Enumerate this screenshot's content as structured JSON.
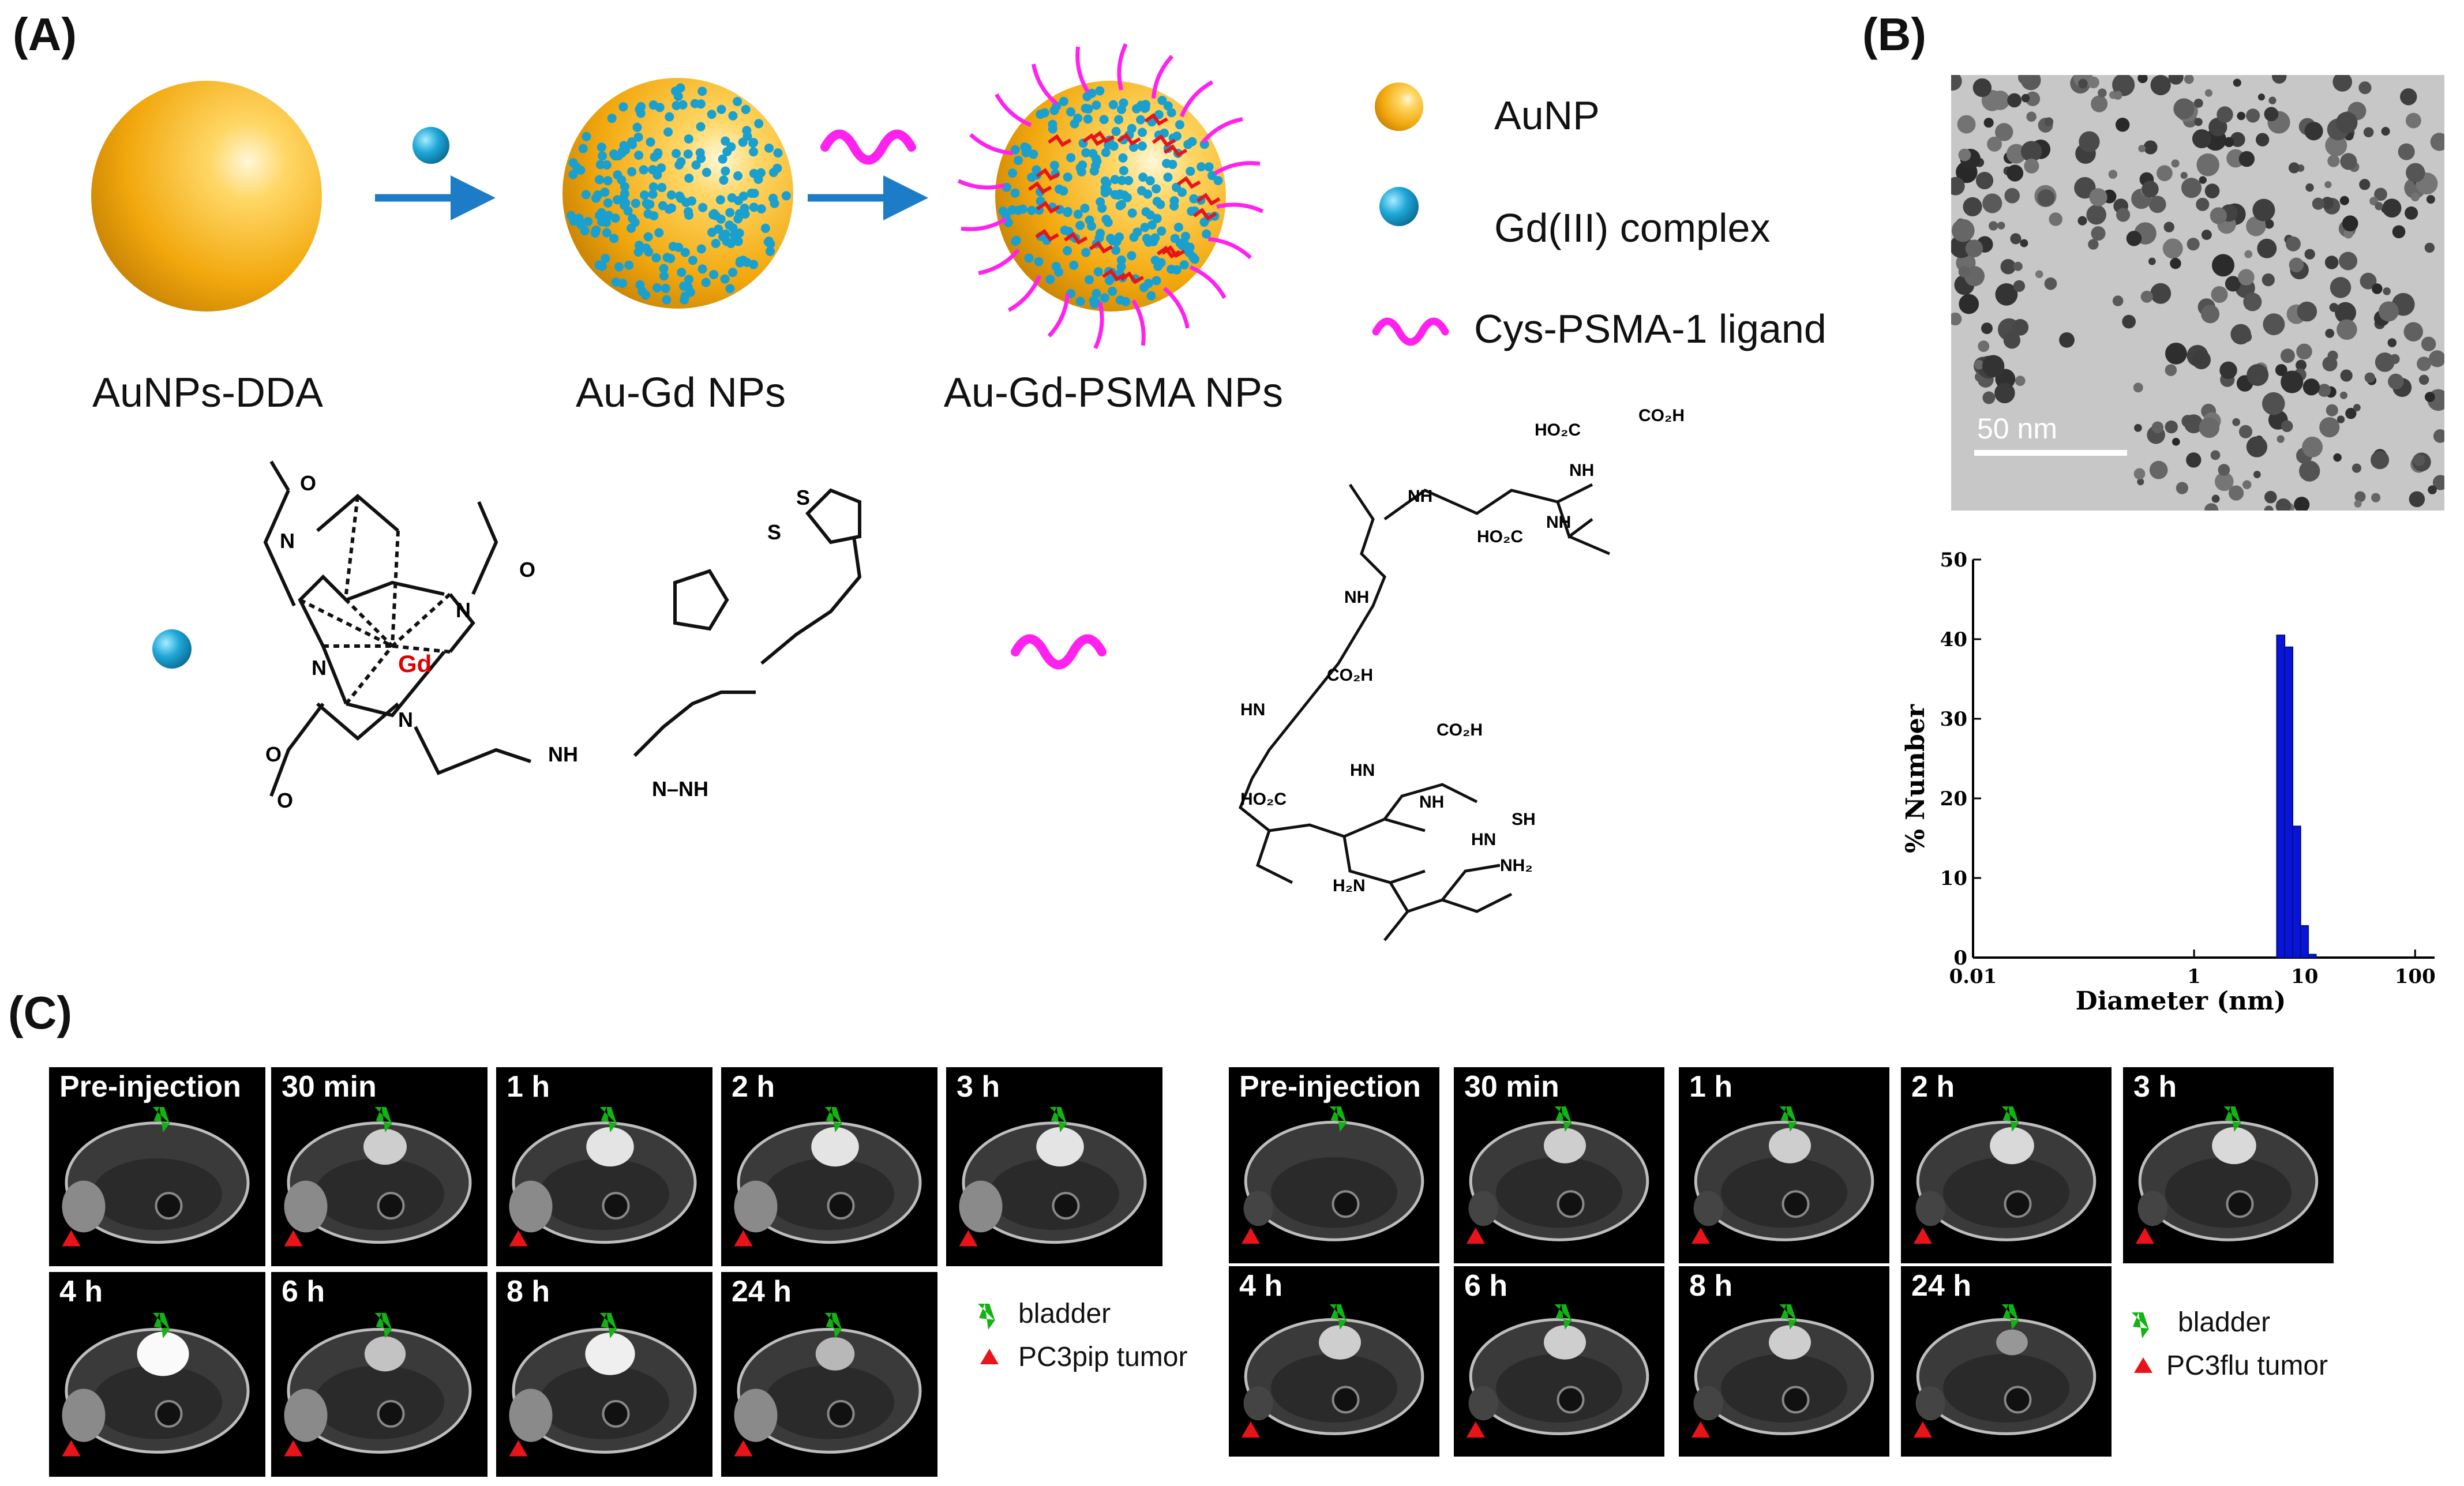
{
  "panels": {
    "a": "(A)",
    "b": "(B)",
    "c": "(C)"
  },
  "scheme": {
    "captions": [
      "AuNPs-DDA",
      "Au-Gd NPs",
      "Au-Gd-PSMA NPs"
    ],
    "legend": [
      "AuNP",
      "Gd(III) complex",
      "Cys-PSMA-1 ligand"
    ]
  },
  "chem": {
    "gd": "Gd",
    "O": "O",
    "N": "N",
    "S": "S",
    "NH": "NH",
    "HN": "HN",
    "CO2H": "CO₂H",
    "HO2C": "HO₂C",
    "H2N": "H₂N",
    "NH2": "NH₂",
    "SH": "SH",
    "NNH": "N–NH"
  },
  "tem": {
    "scale_bar": "50 nm"
  },
  "chart_data": {
    "type": "bar",
    "x_scale": "log",
    "xlabel": "Diameter (nm)",
    "ylabel": "% Number",
    "xlim": [
      0.01,
      150
    ],
    "ylim": [
      0,
      50
    ],
    "x_ticks": [
      "0.01",
      "1",
      "10",
      "100"
    ],
    "y_ticks": [
      "0",
      "10",
      "20",
      "30",
      "40",
      "50"
    ],
    "bins": [
      {
        "x0": 5.6,
        "x1": 6.6,
        "value": 40.5
      },
      {
        "x0": 6.6,
        "x1": 7.8,
        "value": 39.0
      },
      {
        "x0": 7.8,
        "x1": 9.2,
        "value": 16.5
      },
      {
        "x0": 9.2,
        "x1": 10.8,
        "value": 4.0
      },
      {
        "x0": 10.8,
        "x1": 12.7,
        "value": 0.4
      }
    ],
    "bar_color": "#0a14d8"
  },
  "mri": {
    "left": {
      "row1": [
        "Pre-injection",
        "30 min",
        "1 h",
        "2 h",
        "3 h"
      ],
      "row2": [
        "4 h",
        "6 h",
        "8 h",
        "24 h"
      ],
      "key": [
        "bladder",
        "PC3pip tumor"
      ]
    },
    "right": {
      "row1": [
        "Pre-injection",
        "30 min",
        "1 h",
        "2 h",
        "3 h"
      ],
      "row2": [
        "4 h",
        "6 h",
        "8 h",
        "24 h"
      ],
      "key": [
        "bladder",
        "PC3flu tumor"
      ]
    },
    "colors": {
      "bladder_arrow": "#12b312",
      "tumor_marker": "#e8141a"
    }
  }
}
